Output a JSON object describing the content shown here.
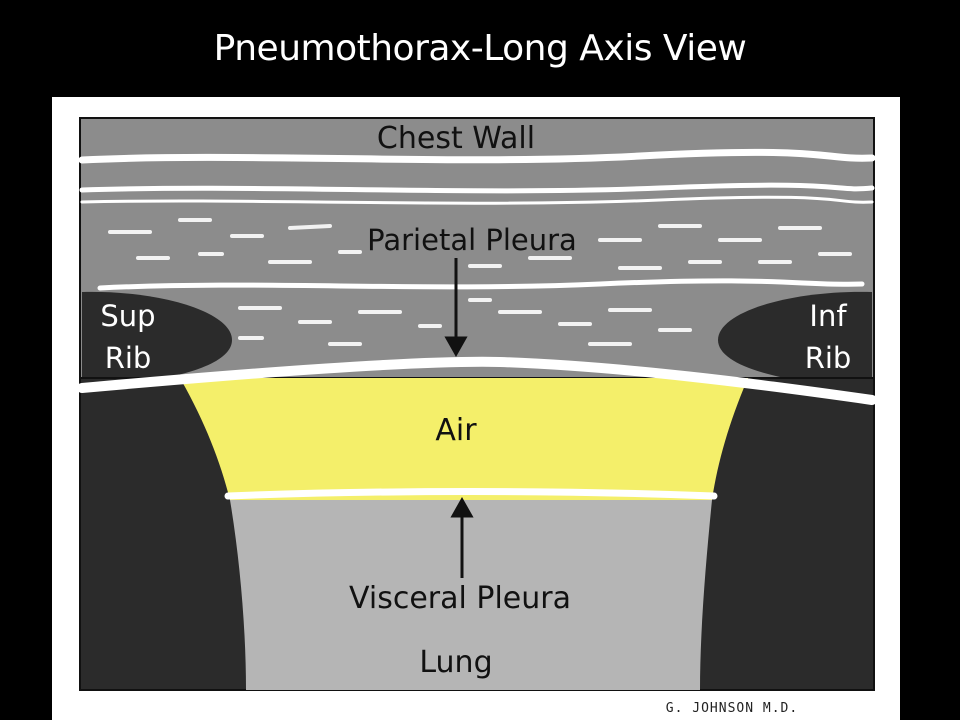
{
  "title": "Pneumothorax-Long Axis View",
  "labels": {
    "chest_wall": "Chest Wall",
    "parietal_pleura": "Parietal Pleura",
    "sup_rib_line1": "Sup",
    "sup_rib_line2": "Rib",
    "inf_rib_line1": "Inf",
    "inf_rib_line2": "Rib",
    "air": "Air",
    "visceral_pleura": "Visceral Pleura",
    "lung": "Lung"
  },
  "signature": "G. JOHNSON M.D.",
  "colors": {
    "background": "#000000",
    "frame": "#ffffff",
    "chest_wall": "#8c8c8c",
    "pleura_line": "#ffffff",
    "rib_shadow": "#2b2b2b",
    "air": "#f4ef6a",
    "lung": "#b5b5b5"
  }
}
